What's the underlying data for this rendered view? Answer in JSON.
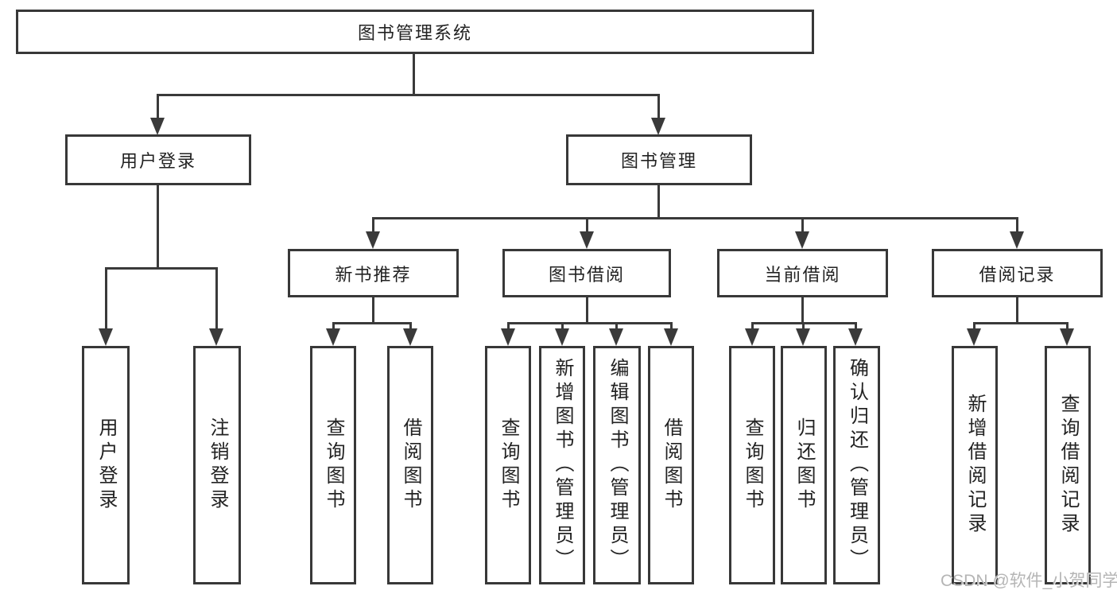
{
  "diagram": {
    "root": {
      "label": "图书管理系统"
    },
    "branches": [
      {
        "label": "用户登录",
        "children": [
          {
            "label": "用户登录"
          },
          {
            "label": "注销登录"
          }
        ]
      },
      {
        "label": "图书管理",
        "groups": [
          {
            "label": "新书推荐",
            "children": [
              {
                "label": "查询图书"
              },
              {
                "label": "借阅图书"
              }
            ]
          },
          {
            "label": "图书借阅",
            "children": [
              {
                "label": "查询图书"
              },
              {
                "label": "新增图书（管理员）"
              },
              {
                "label": "编辑图书（管理员）"
              },
              {
                "label": "借阅图书"
              }
            ]
          },
          {
            "label": "当前借阅",
            "children": [
              {
                "label": "查询图书"
              },
              {
                "label": "归还图书"
              },
              {
                "label": "确认归还（管理员）"
              }
            ]
          },
          {
            "label": "借阅记录",
            "children": [
              {
                "label": "新增借阅记录"
              },
              {
                "label": "查询借阅记录"
              }
            ]
          }
        ]
      }
    ]
  },
  "watermark": {
    "text": "CSDN @软件_小贺同学"
  },
  "colors": {
    "line": "#3a3a3a",
    "border": "#383838",
    "text": "#222222",
    "background": "#ffffff",
    "watermark": "#b5b5b5"
  }
}
